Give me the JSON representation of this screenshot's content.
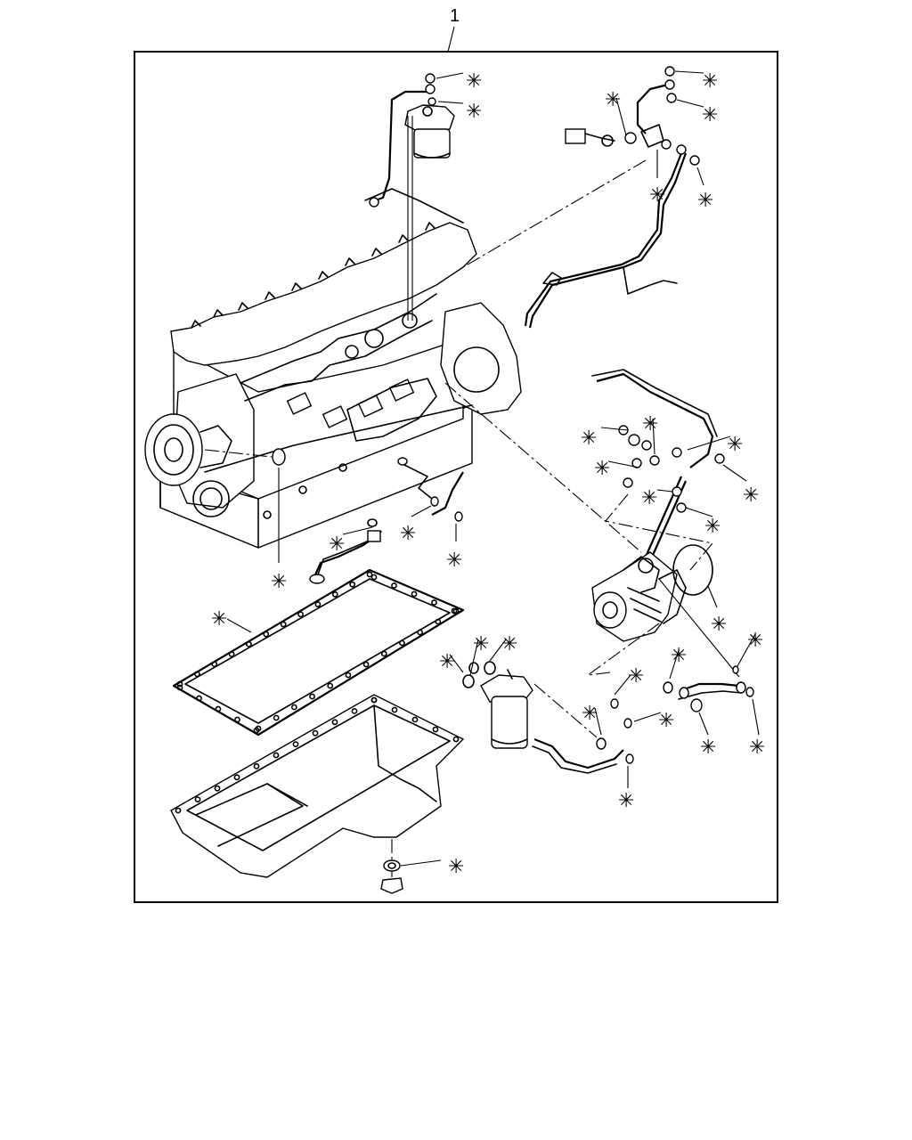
{
  "callout": {
    "number": "1"
  },
  "marker": {
    "symbol": "✳"
  },
  "assembly": {
    "parts": [
      "engine-block",
      "cylinder-head",
      "front-pulley",
      "fuel-filter-top",
      "fuel-lines-top-right",
      "pressure-sensor",
      "injection-pump",
      "pump-gasket",
      "oil-pan-gasket",
      "oil-pan",
      "drain-plug",
      "secondary-fuel-filter",
      "fuel-lines-lower-right",
      "dipstick-tube"
    ]
  }
}
